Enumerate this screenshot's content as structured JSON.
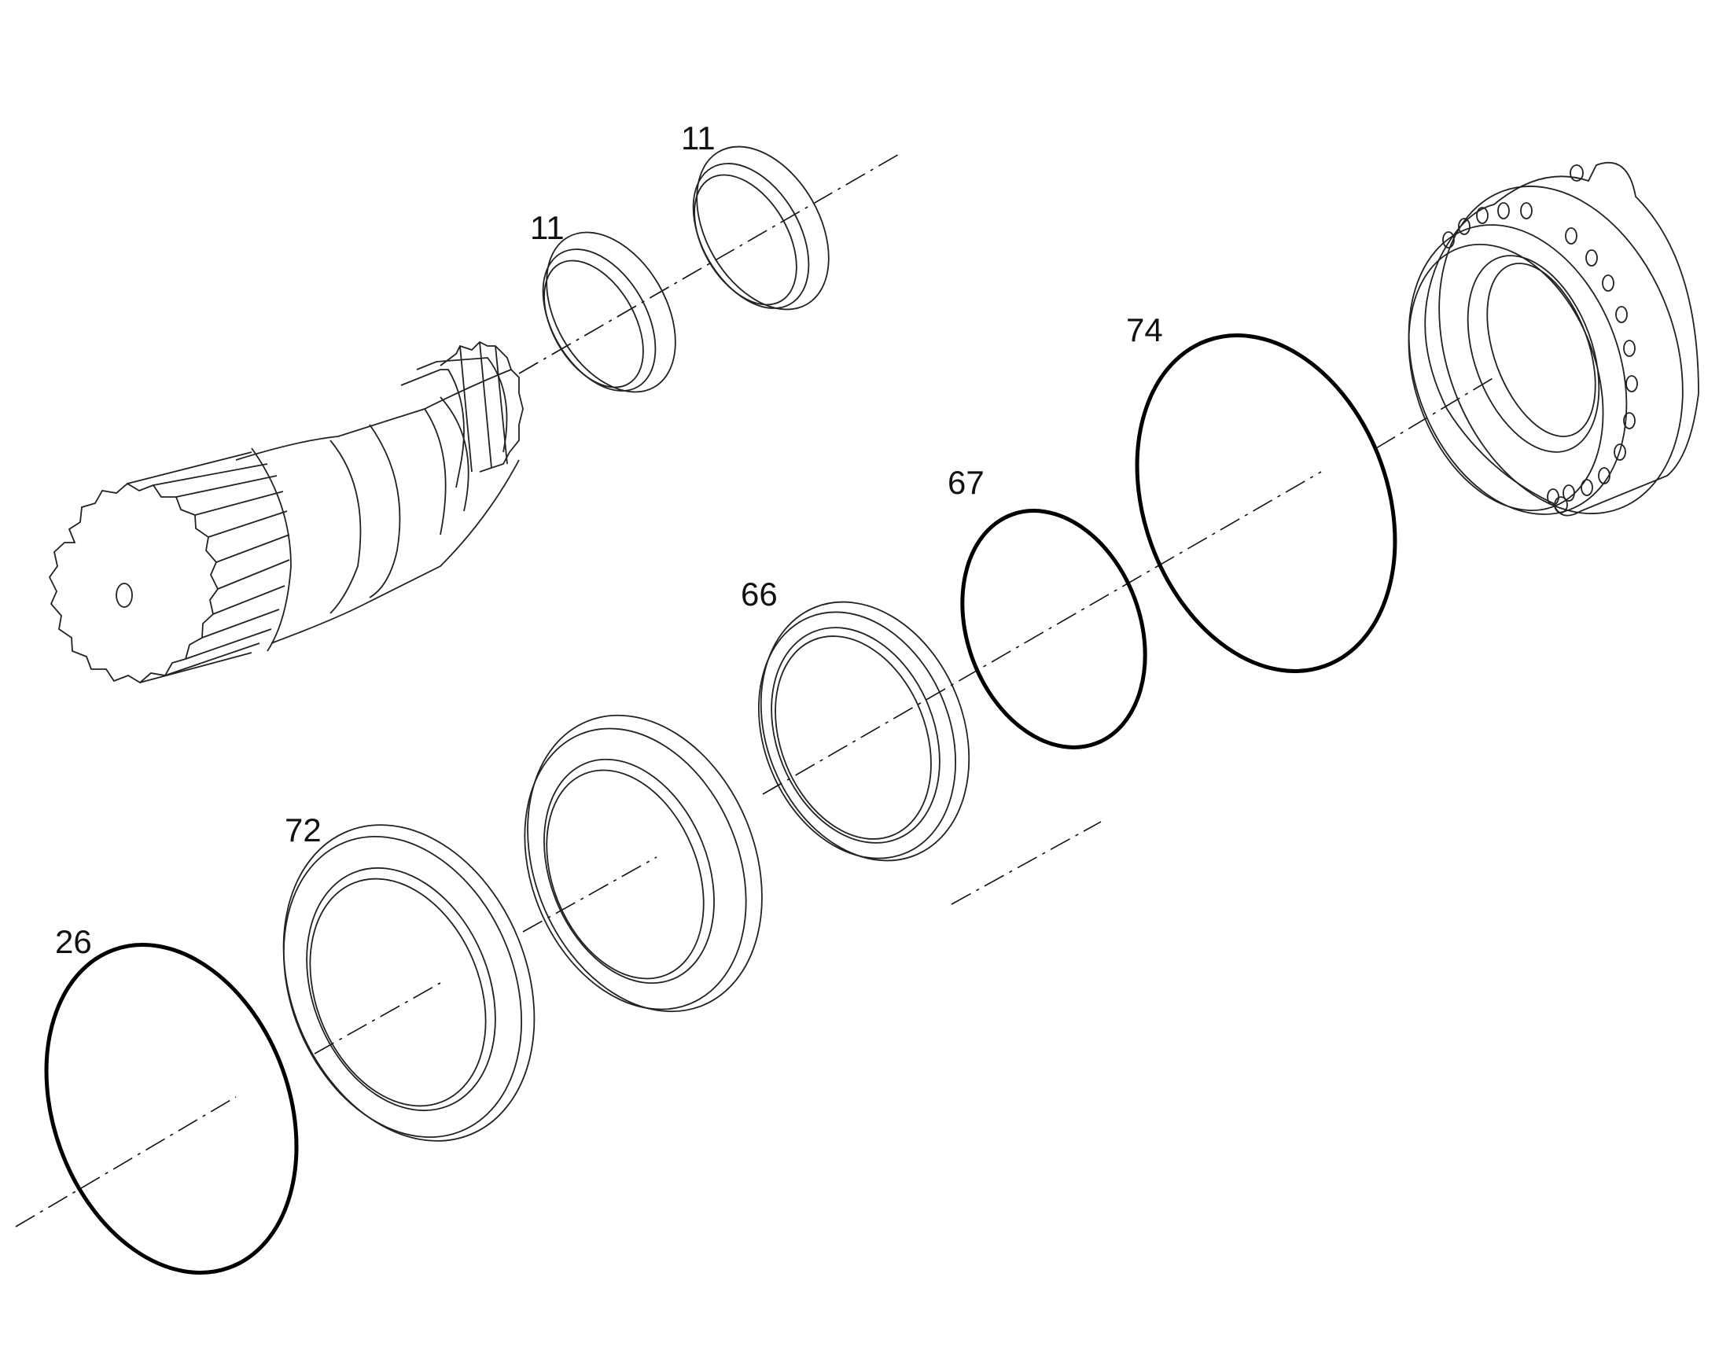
{
  "callouts": {
    "bearing_upper": "11",
    "bearing_lower": "11",
    "oring_large": "74",
    "oring_small": "67",
    "seal_ring": "66",
    "thrust_washer": "72",
    "oring_front": "26"
  },
  "colors": {
    "line": "#000000",
    "background": "#ffffff"
  }
}
